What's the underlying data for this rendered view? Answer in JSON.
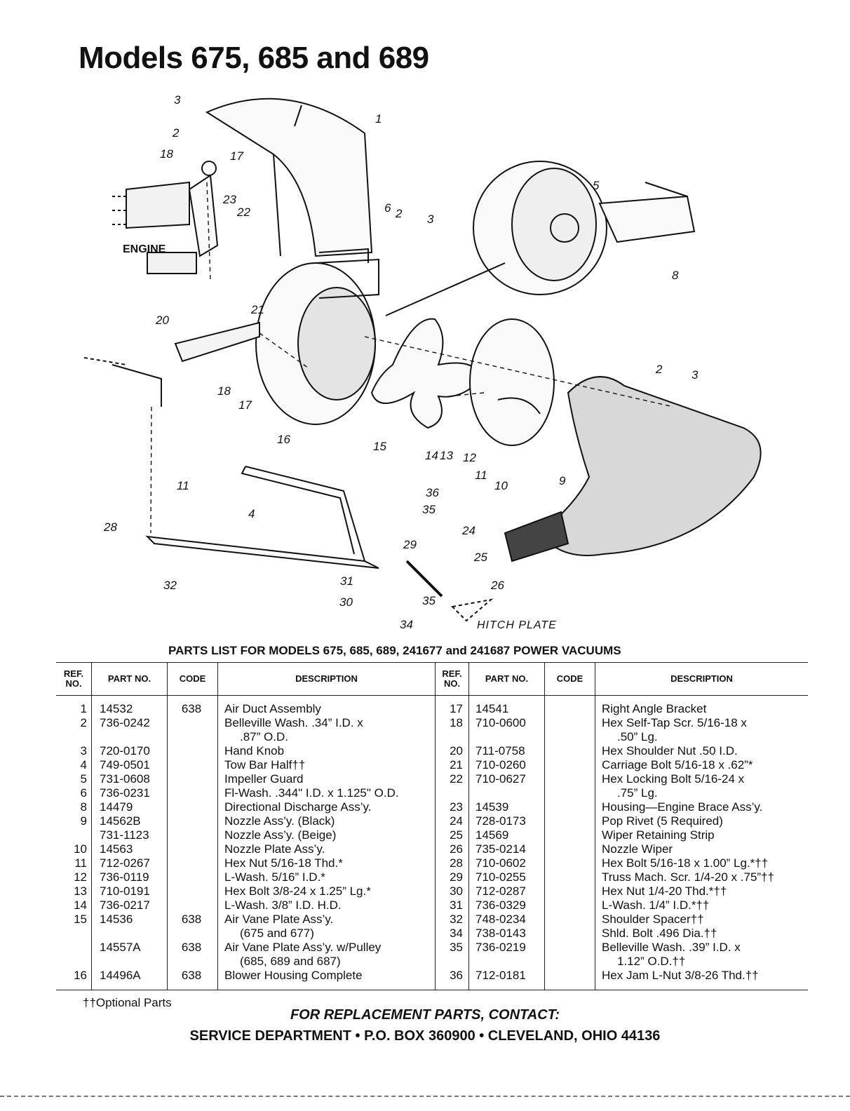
{
  "title": "Models 675, 685 and 689",
  "diagram": {
    "callouts": [
      "1",
      "2",
      "3",
      "5",
      "6",
      "8",
      "9",
      "10",
      "11",
      "12",
      "13",
      "14",
      "15",
      "16",
      "17",
      "18",
      "20",
      "21",
      "22",
      "23",
      "24",
      "25",
      "26",
      "28",
      "29",
      "30",
      "31",
      "32",
      "34",
      "35",
      "36"
    ],
    "engine_label": "ENGINE",
    "hitch_label": "HITCH PLATE"
  },
  "parts_list_title": "PARTS LIST FOR MODELS 675, 685, 689, 241677 and 241687 POWER VACUUMS",
  "table": {
    "headers": {
      "ref": "REF. NO.",
      "part": "PART NO.",
      "code": "CODE",
      "desc": "DESCRIPTION"
    },
    "left_rows": [
      {
        "ref": "1",
        "part": "14532",
        "code": "638",
        "desc": "Air Duct Assembly"
      },
      {
        "ref": "2",
        "part": "736-0242",
        "code": "",
        "desc": "Belleville Wash. .34” I.D. x"
      },
      {
        "ref": "",
        "part": "",
        "code": "",
        "desc": ".87” O.D.",
        "indent": true
      },
      {
        "ref": "3",
        "part": "720-0170",
        "code": "",
        "desc": "Hand Knob"
      },
      {
        "ref": "4",
        "part": "749-0501",
        "code": "",
        "desc": "Tow Bar Half††"
      },
      {
        "ref": "5",
        "part": "731-0608",
        "code": "",
        "desc": "Impeller Guard"
      },
      {
        "ref": "6",
        "part": "736-0231",
        "code": "",
        "desc": "Fl-Wash. .344\" I.D. x 1.125\" O.D."
      },
      {
        "ref": "8",
        "part": "14479",
        "code": "",
        "desc": "Directional Discharge Ass’y."
      },
      {
        "ref": "9",
        "part": "14562B",
        "code": "",
        "desc": "Nozzle Ass’y. (Black)"
      },
      {
        "ref": "",
        "part": "731-1123",
        "code": "",
        "desc": "Nozzle Ass’y. (Beige)"
      },
      {
        "ref": "10",
        "part": "14563",
        "code": "",
        "desc": "Nozzle Plate Ass’y."
      },
      {
        "ref": "11",
        "part": "712-0267",
        "code": "",
        "desc": "Hex Nut 5/16-18 Thd.*"
      },
      {
        "ref": "12",
        "part": "736-0119",
        "code": "",
        "desc": "L-Wash. 5/16” I.D.*"
      },
      {
        "ref": "13",
        "part": "710-0191",
        "code": "",
        "desc": "Hex Bolt 3/8-24 x 1.25” Lg.*"
      },
      {
        "ref": "14",
        "part": "736-0217",
        "code": "",
        "desc": "L-Wash. 3/8” I.D. H.D."
      },
      {
        "ref": "15",
        "part": "14536",
        "code": "638",
        "desc": "Air Vane Plate Ass’y."
      },
      {
        "ref": "",
        "part": "",
        "code": "",
        "desc": "(675 and 677)",
        "indent": true
      },
      {
        "ref": "",
        "part": "14557A",
        "code": "638",
        "desc": "Air Vane Plate Ass’y. w/Pulley"
      },
      {
        "ref": "",
        "part": "",
        "code": "",
        "desc": "(685, 689 and 687)",
        "indent": true
      },
      {
        "ref": "16",
        "part": "14496A",
        "code": "638",
        "desc": "Blower Housing Complete"
      }
    ],
    "right_rows": [
      {
        "ref": "17",
        "part": "14541",
        "code": "",
        "desc": "Right Angle Bracket"
      },
      {
        "ref": "18",
        "part": "710-0600",
        "code": "",
        "desc": "Hex Self-Tap Scr. 5/16-18 x"
      },
      {
        "ref": "",
        "part": "",
        "code": "",
        "desc": ".50” Lg.",
        "indent": true
      },
      {
        "ref": "20",
        "part": "711-0758",
        "code": "",
        "desc": "Hex Shoulder Nut .50 I.D."
      },
      {
        "ref": "21",
        "part": "710-0260",
        "code": "",
        "desc": "Carriage Bolt 5/16-18 x .62”*"
      },
      {
        "ref": "22",
        "part": "710-0627",
        "code": "",
        "desc": "Hex Locking Bolt 5/16-24 x"
      },
      {
        "ref": "",
        "part": "",
        "code": "",
        "desc": ".75” Lg.",
        "indent": true
      },
      {
        "ref": "23",
        "part": "14539",
        "code": "",
        "desc": "Housing—Engine Brace Ass’y."
      },
      {
        "ref": "24",
        "part": "728-0173",
        "code": "",
        "desc": "Pop Rivet (5 Required)"
      },
      {
        "ref": "25",
        "part": "14569",
        "code": "",
        "desc": "Wiper Retaining Strip"
      },
      {
        "ref": "26",
        "part": "735-0214",
        "code": "",
        "desc": "Nozzle Wiper"
      },
      {
        "ref": "28",
        "part": "710-0602",
        "code": "",
        "desc": "Hex Bolt 5/16-18 x 1.00” Lg.*††"
      },
      {
        "ref": "29",
        "part": "710-0255",
        "code": "",
        "desc": "Truss Mach. Scr. 1/4-20 x .75”††"
      },
      {
        "ref": "30",
        "part": "712-0287",
        "code": "",
        "desc": "Hex Nut 1/4-20 Thd.*††"
      },
      {
        "ref": "31",
        "part": "736-0329",
        "code": "",
        "desc": "L-Wash. 1/4” I.D.*††"
      },
      {
        "ref": "32",
        "part": "748-0234",
        "code": "",
        "desc": "Shoulder Spacer††"
      },
      {
        "ref": "34",
        "part": "738-0143",
        "code": "",
        "desc": "Shld. Bolt .496 Dia.††"
      },
      {
        "ref": "35",
        "part": "736-0219",
        "code": "",
        "desc": "Belleville Wash. .39” I.D. x"
      },
      {
        "ref": "",
        "part": "",
        "code": "",
        "desc": "1.12” O.D.††",
        "indent": true
      },
      {
        "ref": "36",
        "part": "712-0181",
        "code": "",
        "desc": "Hex Jam L-Nut 3/8-26 Thd.††"
      }
    ]
  },
  "footnote": "††Optional Parts",
  "contact": "FOR REPLACEMENT PARTS, CONTACT:",
  "address": "SERVICE DEPARTMENT • P.O. BOX 360900 • CLEVELAND, OHIO 44136"
}
